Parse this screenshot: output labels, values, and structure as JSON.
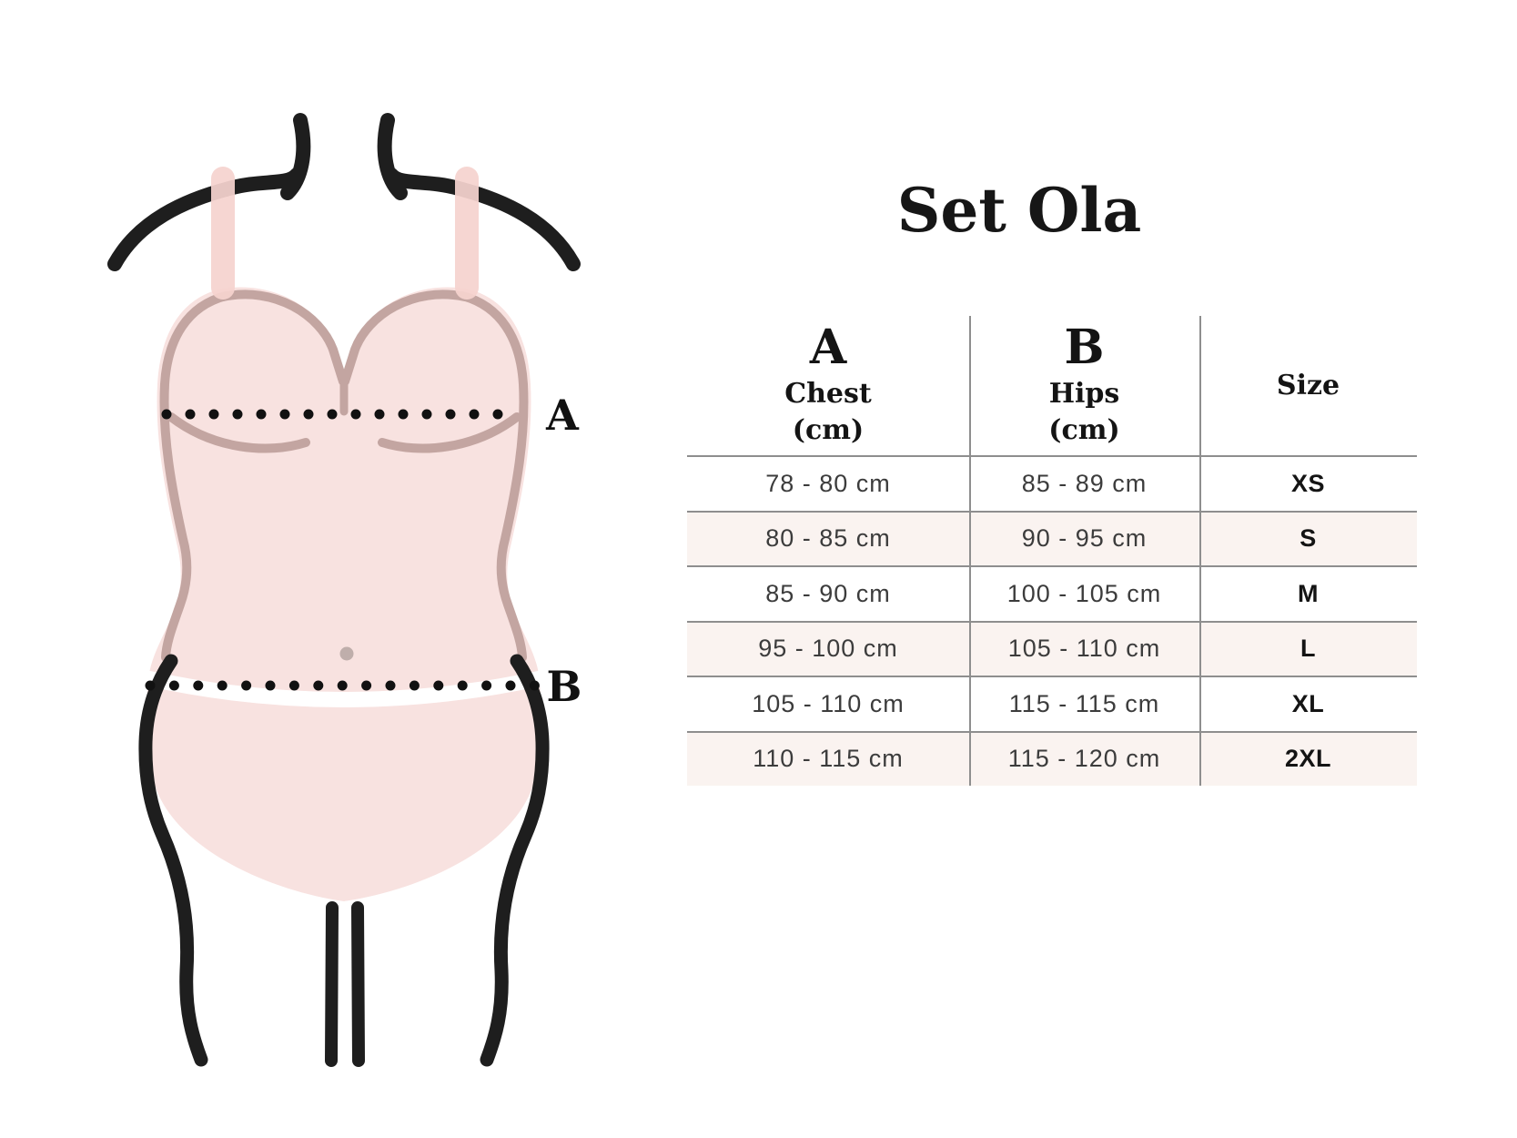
{
  "title": "Set Ola",
  "figure": {
    "label_a": "A",
    "label_b": "B"
  },
  "size_table": {
    "columns": [
      {
        "letter": "A",
        "name": "Chest",
        "unit": "(cm)"
      },
      {
        "letter": "B",
        "name": "Hips",
        "unit": "(cm)"
      },
      {
        "letter": "",
        "name": "Size",
        "unit": ""
      }
    ],
    "rows": [
      {
        "chest": "78 - 80 cm",
        "hips": "85 - 89 cm",
        "size": "XS"
      },
      {
        "chest": "80 - 85 cm",
        "hips": "90 - 95 cm",
        "size": "S"
      },
      {
        "chest": "85 - 90 cm",
        "hips": "100 - 105 cm",
        "size": "M"
      },
      {
        "chest": "95 - 100 cm",
        "hips": "105 - 110 cm",
        "size": "L"
      },
      {
        "chest": "105 - 110 cm",
        "hips": "115 - 115 cm",
        "size": "XL"
      },
      {
        "chest": "110 - 115 cm",
        "hips": "115 - 120 cm",
        "size": "2XL"
      }
    ]
  },
  "colors": {
    "body-pink": "#f8e2e0",
    "strap-pink": "#f5d3cf",
    "outline-mauve": "#c3a5a1",
    "ink-black": "#1e1e1e",
    "table-line": "#8e8e8e",
    "row-pink": "#faf3f0",
    "cell-text": "#3c3c3c"
  }
}
